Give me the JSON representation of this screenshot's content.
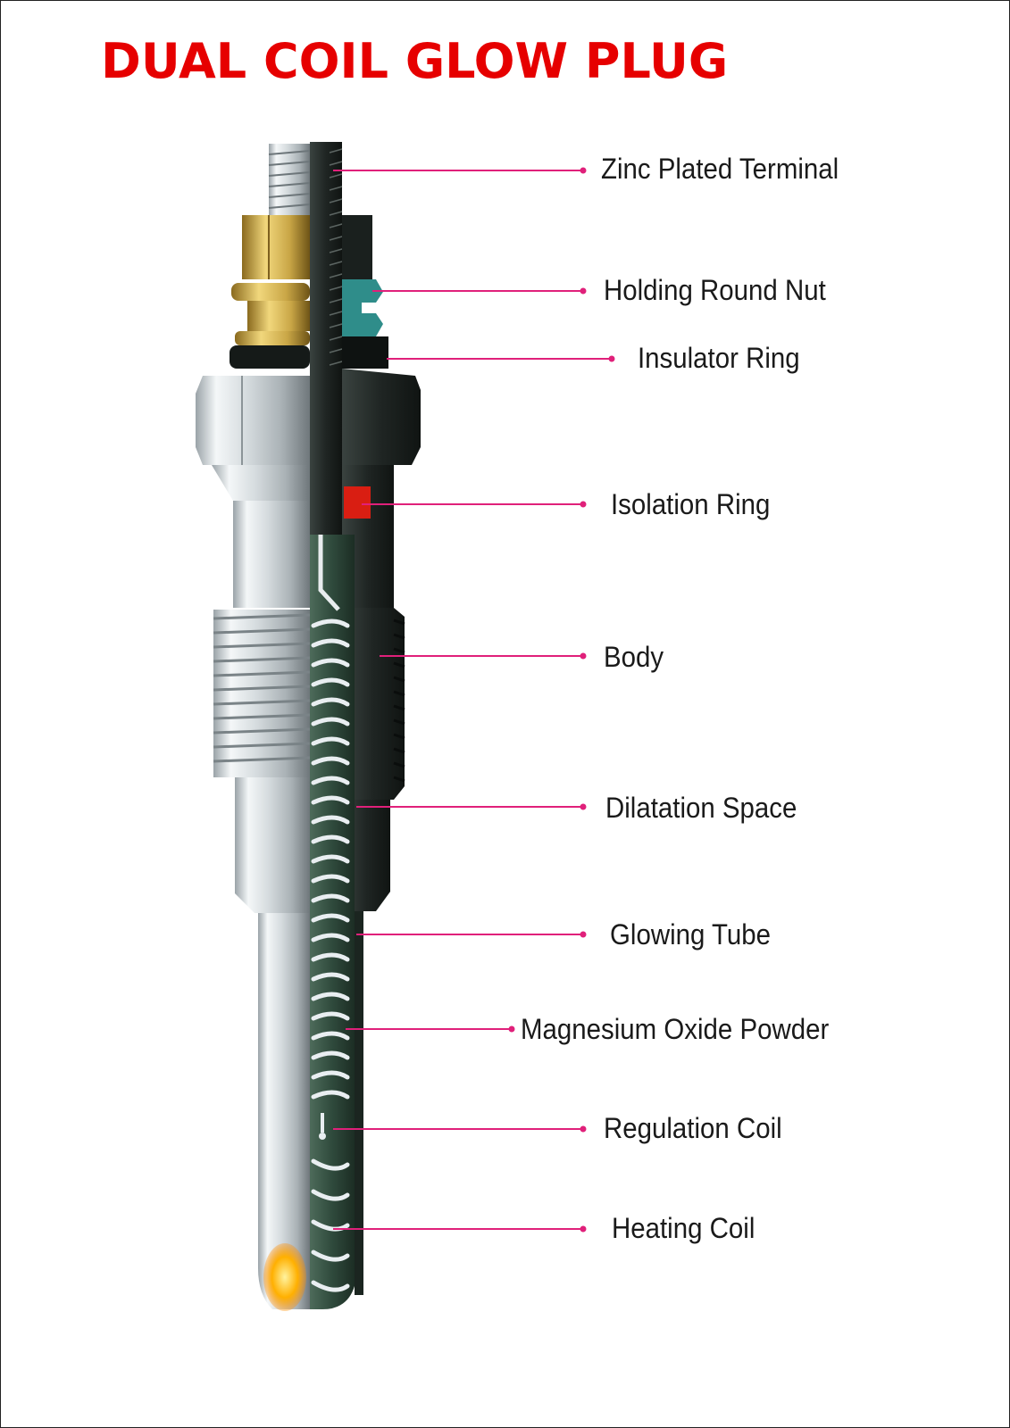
{
  "title": "DUAL COIL GLOW PLUG",
  "colors": {
    "title": "#e60000",
    "leader": "#e0207a",
    "body_dark": "#1f2a26",
    "powder_green": "#2f4a3c",
    "steel_light": "#e9eef1",
    "brass": "#c9a646",
    "isolation_ring": "#d91e12",
    "insulator_teal": "#2f8d8a",
    "glow_tip": "#ffb000"
  },
  "labels": [
    {
      "id": "zinc-plated-terminal",
      "text": "Zinc Plated Terminal"
    },
    {
      "id": "holding-round-nut",
      "text": "Holding Round Nut"
    },
    {
      "id": "insulator-ring",
      "text": "Insulator Ring"
    },
    {
      "id": "isolation-ring",
      "text": "Isolation Ring"
    },
    {
      "id": "body",
      "text": "Body"
    },
    {
      "id": "dilatation-space",
      "text": "Dilatation Space"
    },
    {
      "id": "glowing-tube",
      "text": "Glowing Tube"
    },
    {
      "id": "magnesium-oxide-powder",
      "text": "Magnesium Oxide Powder"
    },
    {
      "id": "regulation-coil",
      "text": "Regulation Coil"
    },
    {
      "id": "heating-coil",
      "text": "Heating Coil"
    }
  ]
}
